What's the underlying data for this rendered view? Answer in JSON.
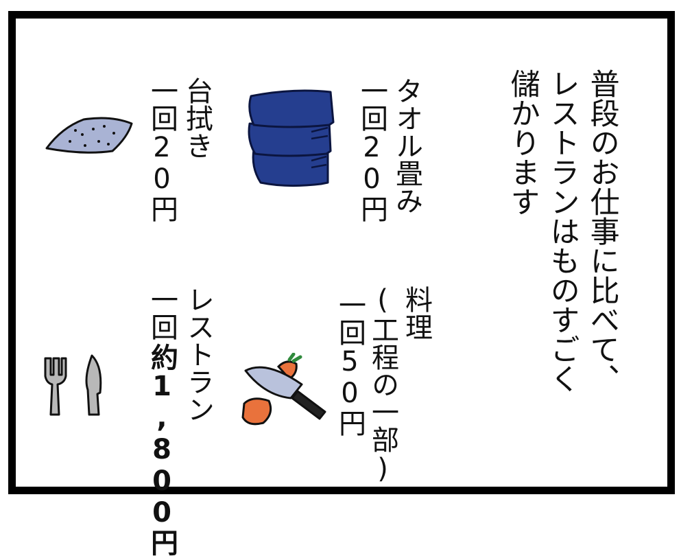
{
  "narration": {
    "lines": [
      "普段のお仕事に比べて、",
      "レストランはものすごく",
      "儲かります"
    ]
  },
  "items": {
    "towel": {
      "name": "タオル畳み",
      "price": "一回20円",
      "icon": "folded-towels-icon",
      "color": "#253e8f"
    },
    "table": {
      "name": "台拭き",
      "price": "一回20円",
      "icon": "cleaning-cloth-icon",
      "color": "#a9b3d4"
    },
    "cooking": {
      "name": "料理",
      "detail": "(工程の一部)",
      "price": "一回50円",
      "icon": "knife-carrot-icon",
      "color": "#e9723c"
    },
    "restaurant": {
      "name": "レストラン",
      "price_prefix": "一回",
      "price_amount": "約1,800円",
      "icon": "fork-knife-icon",
      "color": "#b8b8b8"
    }
  }
}
